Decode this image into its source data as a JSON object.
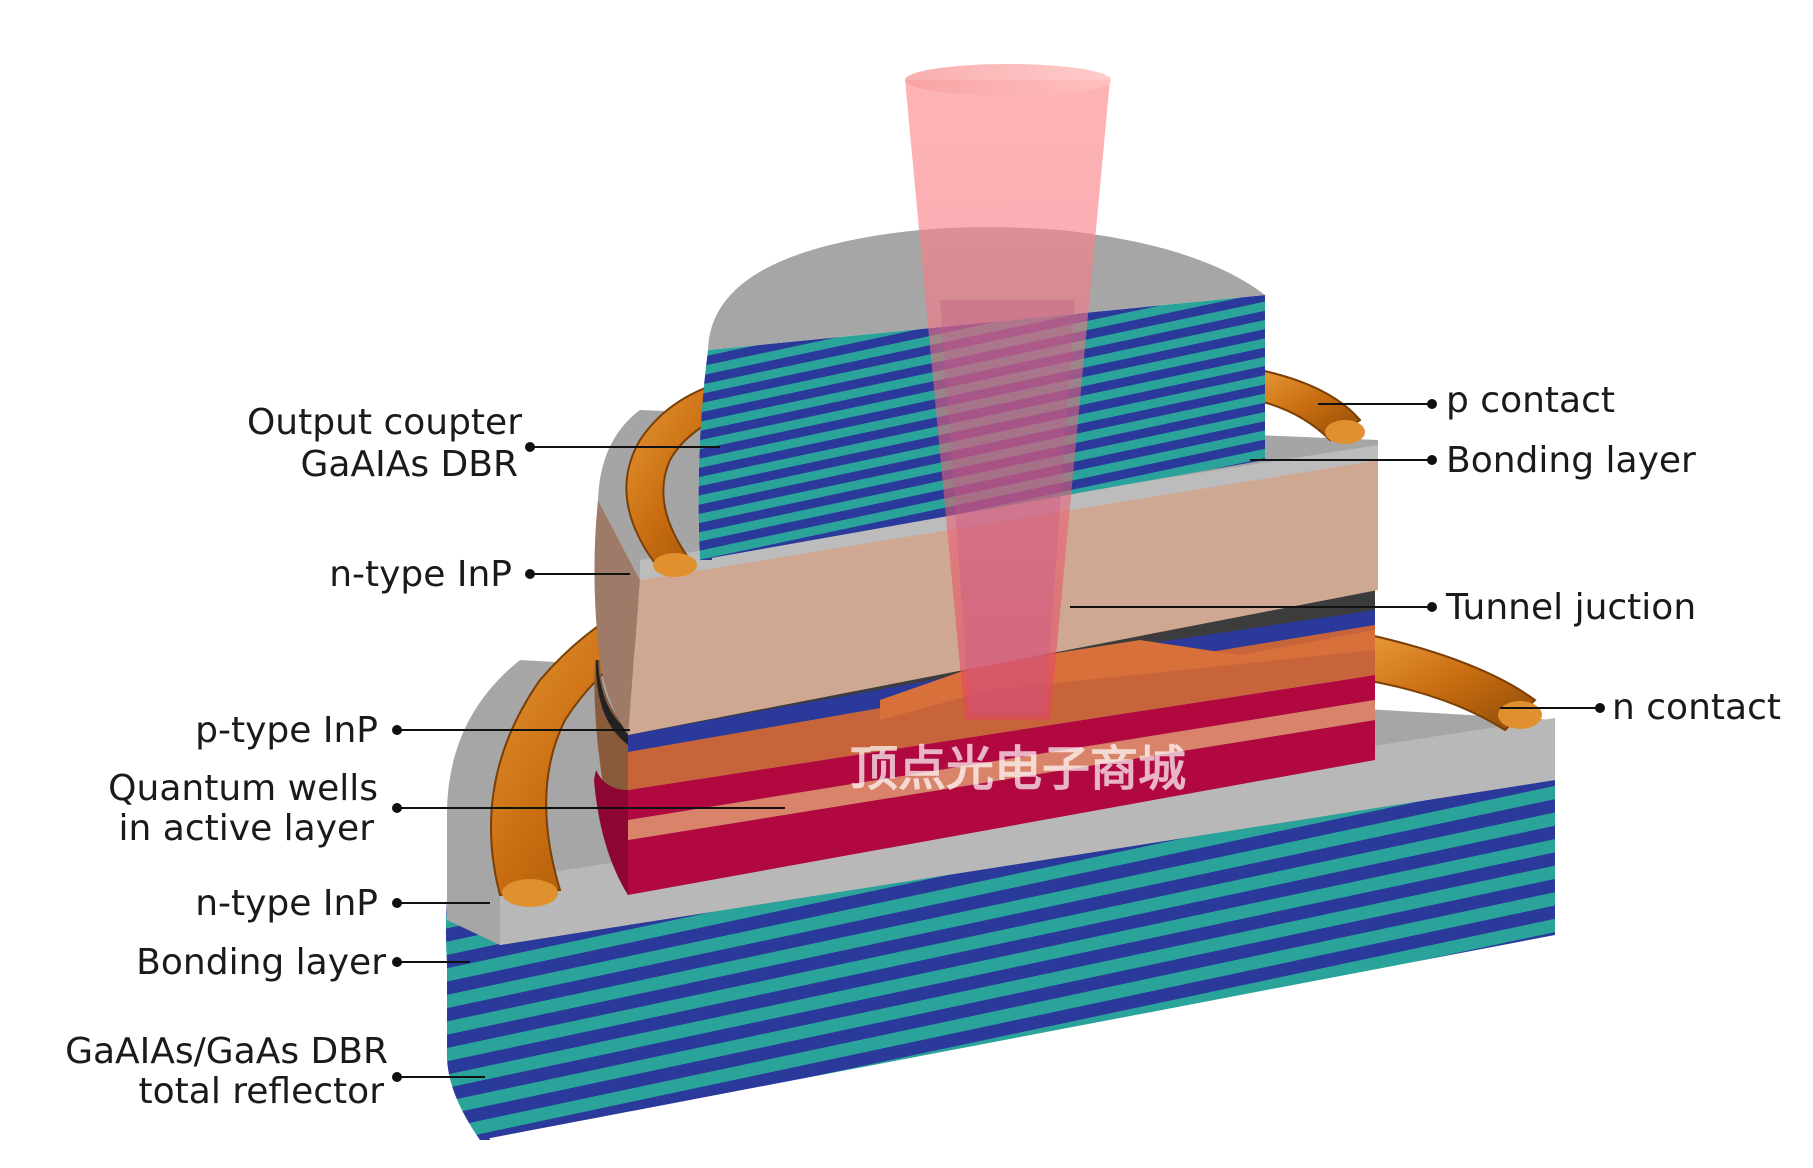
{
  "labels": {
    "output_coupler_line1": "Output coupter",
    "output_coupler_line2": "GaAIAs DBR",
    "n_type_inp_upper": "n-type InP",
    "p_type_inp": "p-type InP",
    "quantum_wells_line1": "Quantum wells",
    "quantum_wells_line2": "in active layer",
    "n_type_inp_lower": "n-type InP",
    "bonding_layer_lower": "Bonding layer",
    "bottom_dbr_line1": "GaAIAs/GaAs DBR",
    "bottom_dbr_line2": "total reflector",
    "p_contact": "p contact",
    "bonding_layer_upper": "Bonding layer",
    "tunnel_junction": "Tunnel juction",
    "n_contact": "n contact"
  },
  "watermark": "顶点光电子商城",
  "colors": {
    "dbr_blue": "#2b3a9a",
    "dbr_teal": "#2aa39a",
    "gray_top": "#a9a9a9",
    "inp_peach": "#cfa894",
    "orange_layer": "#c8643a",
    "crimson_layer": "#b0083f",
    "dark_layer": "#3a3a3a",
    "contact_orange": "#d17d1c",
    "beam_red": "#f58a8a"
  }
}
